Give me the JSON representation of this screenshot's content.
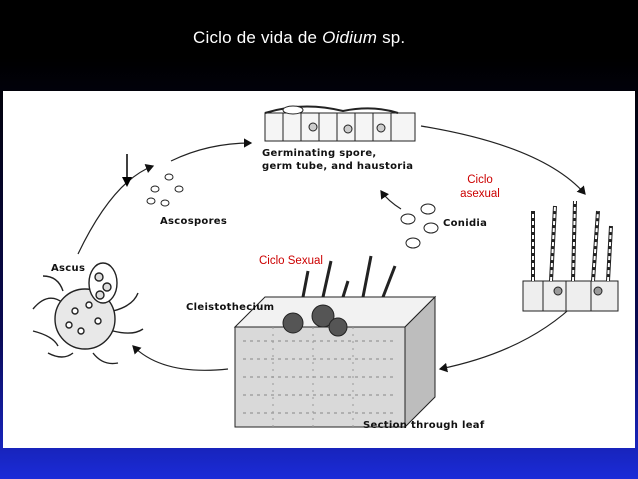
{
  "slide": {
    "title_prefix": "Ciclo de vida de ",
    "title_italic": "Oidium",
    "title_suffix": "  sp."
  },
  "diagram": {
    "labels": {
      "germinating_line1": "Germinating spore,",
      "germinating_line2": "germ tube, and haustoria",
      "conidia": "Conidia",
      "ascospores": "Ascospores",
      "ascus": "Ascus",
      "cleistothecium": "Cleistothecium",
      "section": "Section through leaf"
    },
    "annotations": {
      "asexual_line1": "Ciclo",
      "asexual_line2": "asexual",
      "sexual": "Ciclo Sexual"
    },
    "colors": {
      "annotation": "#cc0000",
      "ink": "#111111"
    }
  }
}
